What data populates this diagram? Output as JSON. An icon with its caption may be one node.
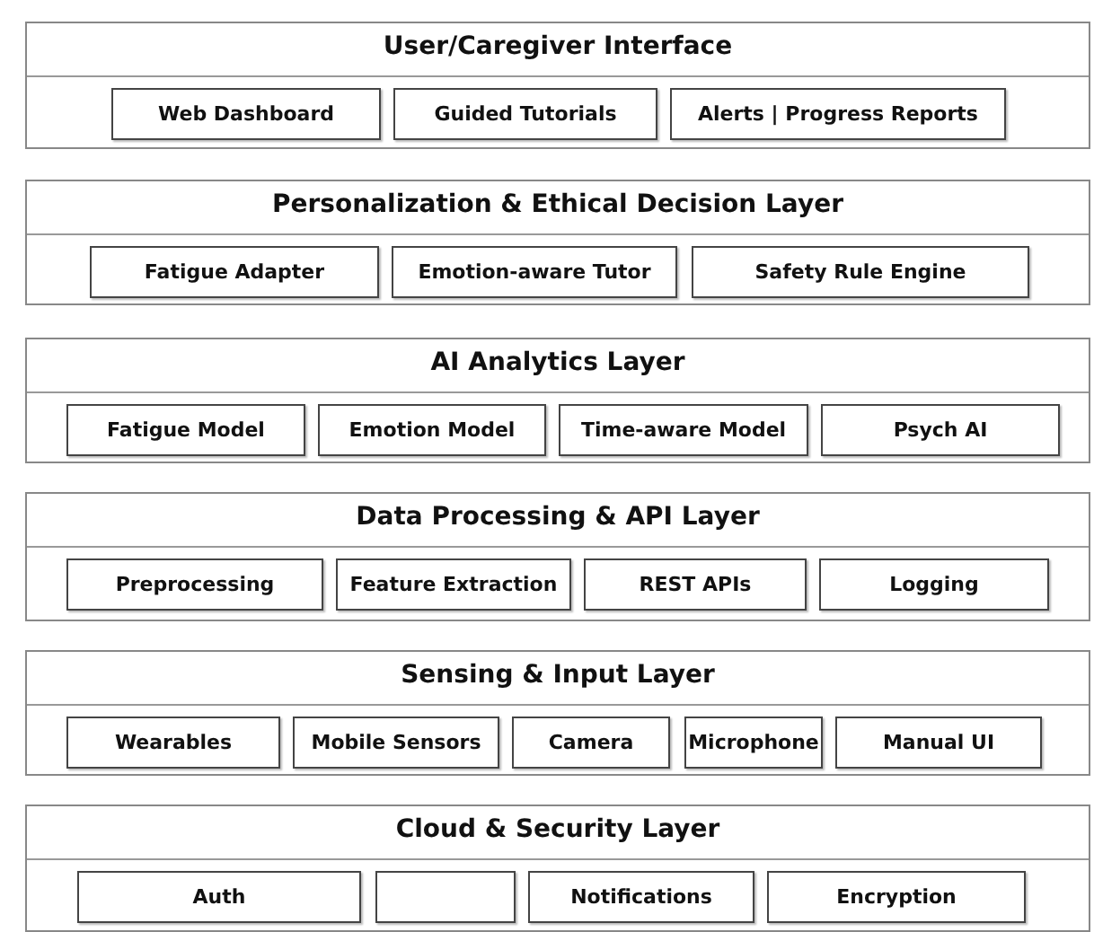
{
  "diagram": {
    "nodes": [
      {
        "text": [
          "User/Caregiver Interface"
        ]
      },
      {
        "text": [
          "Web Dashboard"
        ],
        "in": 0
      },
      {
        "text": [
          "Guided Tutorials"
        ],
        "in": 0
      },
      {
        "text": [
          "Alerts | Progress Reports"
        ],
        "in": 0
      },
      {
        "text": [
          "Personalization & Ethical Decision Layer"
        ]
      },
      {
        "text": [
          "Fatigue Adapter"
        ],
        "in": 4
      },
      {
        "text": [
          "Emotion-aware Tutor"
        ],
        "in": 4
      },
      {
        "text": [
          "Safety Rule Engine"
        ],
        "in": 4
      },
      {
        "text": [
          "AI Analytics Layer"
        ]
      },
      {
        "text": [
          "Fatigue Model"
        ],
        "in": 8
      },
      {
        "text": [
          "Emotion Model"
        ],
        "in": 8
      },
      {
        "text": [
          "Time-aware Model"
        ],
        "in": 8
      },
      {
        "text": [
          "Psych AI"
        ],
        "in": 8
      },
      {
        "text": [
          "Data Processing & API Layer"
        ]
      },
      {
        "text": [
          "Preprocessing"
        ],
        "in": 13
      },
      {
        "text": [
          "Feature Extraction"
        ],
        "in": 13
      },
      {
        "text": [
          "REST APIs"
        ],
        "in": 13
      },
      {
        "text": [
          "Logging"
        ],
        "in": 13
      },
      {
        "text": [
          "Sensing & Input Layer"
        ]
      },
      {
        "text": [
          "Wearables"
        ],
        "in": 18
      },
      {
        "text": [
          "Mobile Sensors"
        ],
        "in": 18
      },
      {
        "text": [
          "Camera"
        ],
        "in": 18
      },
      {
        "text": [
          "Microphone"
        ],
        "in": 18
      },
      {
        "text": [
          "Manual UI"
        ],
        "in": 18
      },
      {
        "text": [
          "Cloud & Security Layer"
        ]
      },
      {
        "text": [
          "Auth"
        ],
        "in": 24
      },
      {
        "text": [],
        "shape": "box",
        "in": 24
      },
      {
        "text": [
          "Notifications"
        ],
        "in": 24
      },
      {
        "text": [
          "Encryption"
        ],
        "in": 24
      }
    ]
  }
}
